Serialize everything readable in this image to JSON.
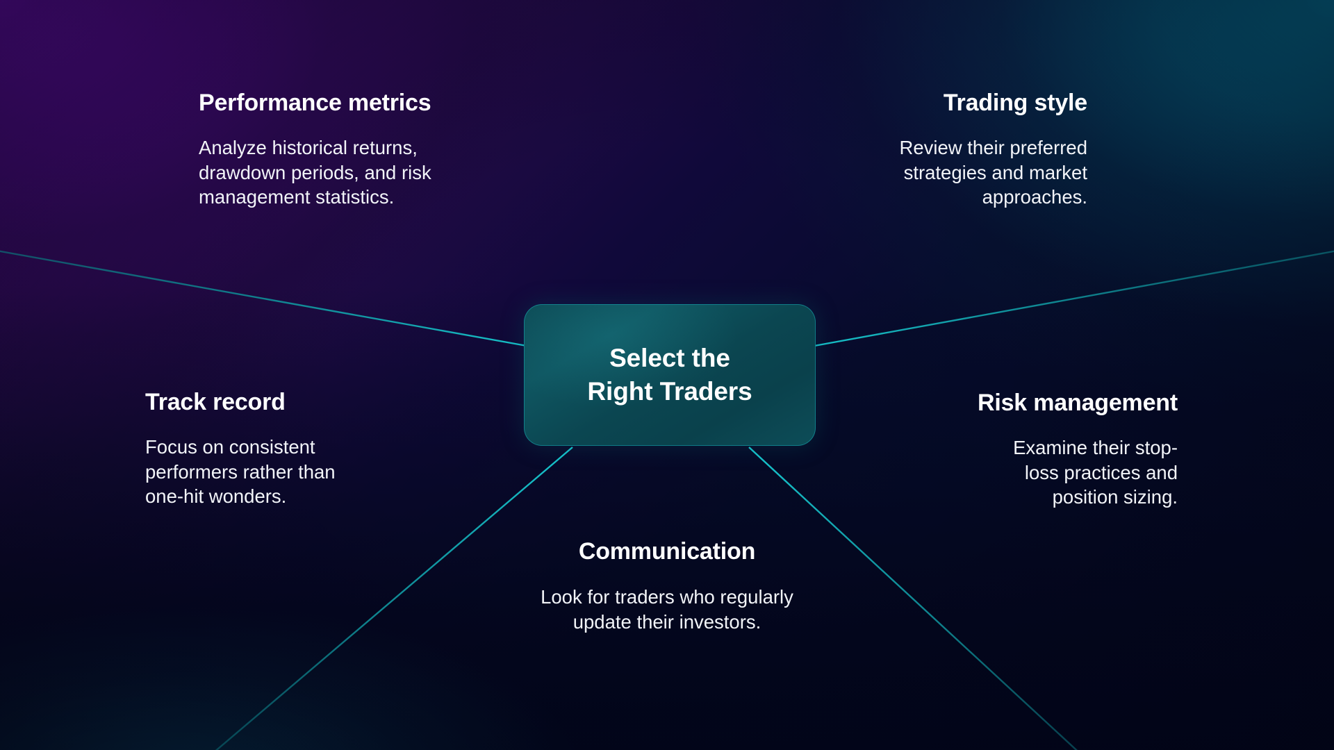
{
  "diagram": {
    "type": "mind-map",
    "center": {
      "label": "Select the\nRight Traders",
      "line1": "Select the",
      "line2": "Right Traders"
    },
    "colors": {
      "connector": "#13a3ab",
      "center_fill": "#0d4a55",
      "center_border": "#16aab4",
      "text": "#ffffff",
      "bg_top_left": "#4a0c78",
      "bg_top_right": "#066e8c",
      "bg_bottom": "#03071f"
    },
    "branches": [
      {
        "id": "performance-metrics",
        "title": "Performance metrics",
        "body": "Analyze historical returns,\ndrawdown periods, and risk\nmanagement statistics.",
        "position": "top-left",
        "align": "left"
      },
      {
        "id": "trading-style",
        "title": "Trading style",
        "body": "Review their preferred\nstrategies and market\napproaches.",
        "position": "top-right",
        "align": "right"
      },
      {
        "id": "track-record",
        "title": "Track record",
        "body": "Focus on consistent\nperformers rather than\none-hit wonders.",
        "position": "middle-left",
        "align": "left"
      },
      {
        "id": "risk-management",
        "title": "Risk management",
        "body": "Examine their stop-\nloss practices and\nposition sizing.",
        "position": "middle-right",
        "align": "right"
      },
      {
        "id": "communication",
        "title": "Communication",
        "body": "Look for traders who regularly\nupdate their investors.",
        "position": "bottom-center",
        "align": "center"
      }
    ]
  }
}
